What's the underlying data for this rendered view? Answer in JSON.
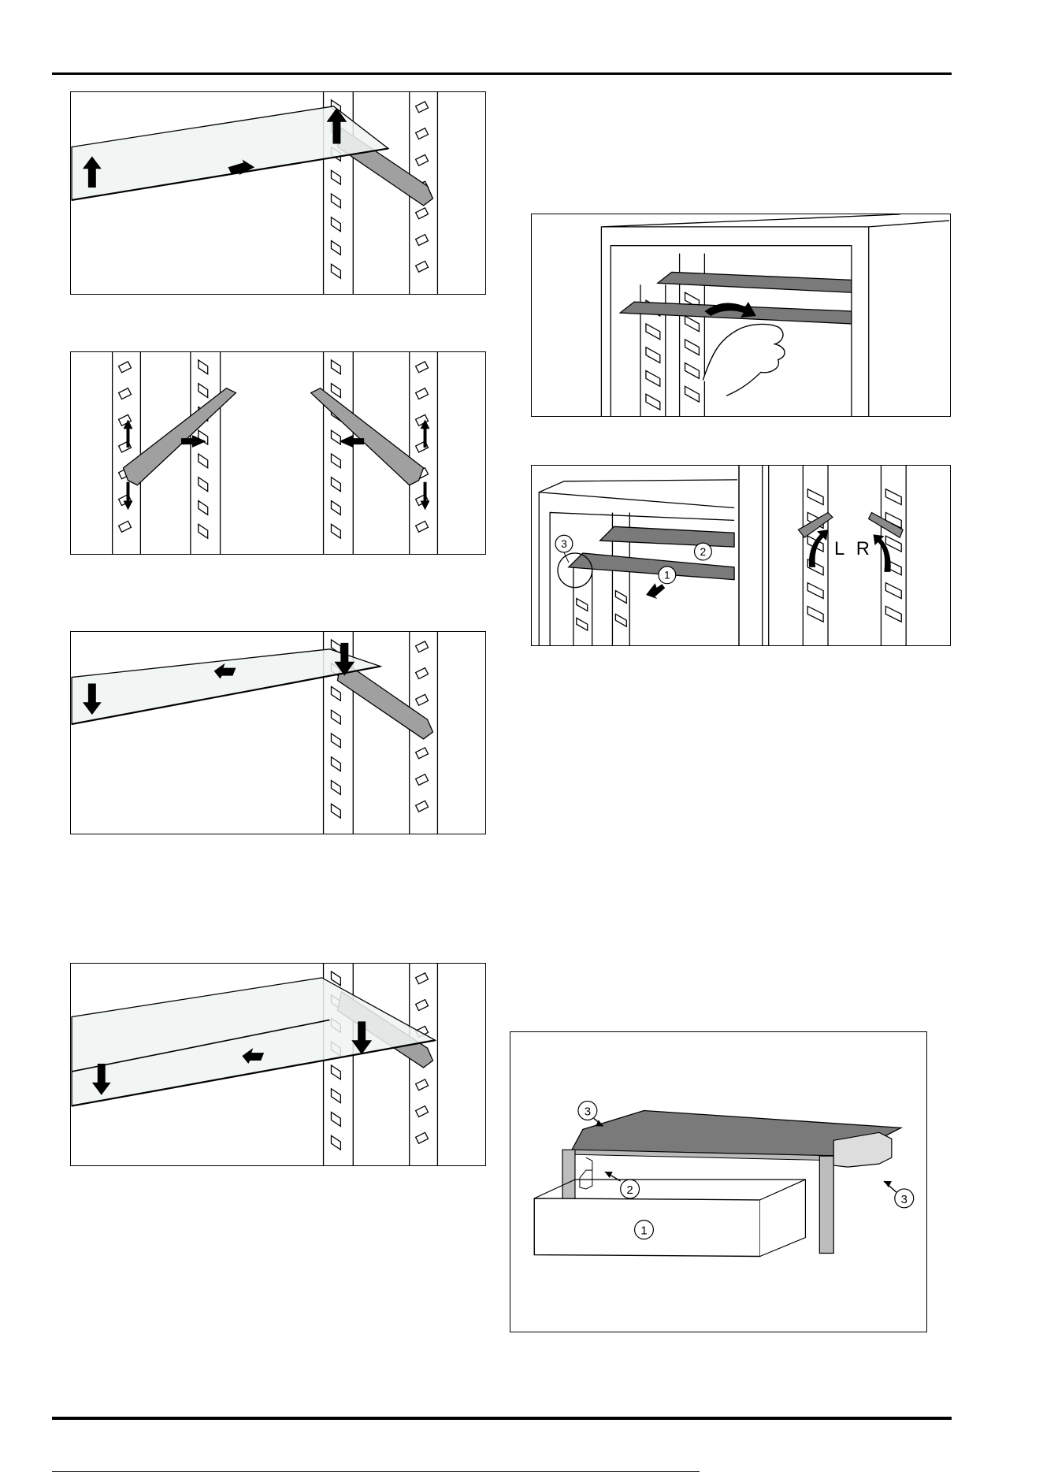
{
  "figures": {
    "fig5": {
      "callouts": {
        "c1": "1",
        "c2": "2",
        "c3": "3"
      },
      "side_labels": {
        "left": "L",
        "right": "R"
      }
    },
    "fig6": {
      "callouts": {
        "c1": "1",
        "c2": "2",
        "c3a": "3",
        "c3b": "3"
      }
    }
  },
  "colors": {
    "line": "#000000",
    "shelf_gray": "#7a7a7a",
    "glass": "#eef3f1",
    "bracket_gray": "#9a9a9a"
  }
}
